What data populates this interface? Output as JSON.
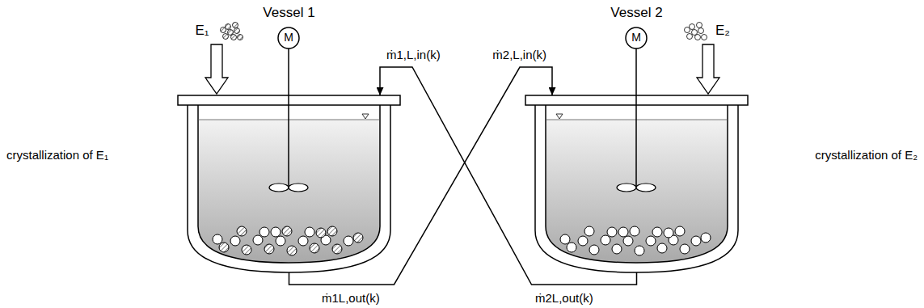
{
  "diagram": {
    "nodes": [
      {
        "text": [
          "Vessel 1"
        ]
      },
      {
        "text": [
          "Vessel 2"
        ]
      }
    ],
    "edges": [
      {
        "from": 0,
        "to": 1,
        "arrow": "to"
      },
      {
        "from": 1,
        "to": 0,
        "arrow": "to"
      }
    ],
    "labels": [
      "E₁",
      "M",
      "ṁ1,L,in(k)",
      "ṁ2,L,in(k)",
      "M",
      "E₂",
      "crystallization of E₁",
      "crystallization of E₂",
      "ṁ1L,out(k)",
      "ṁ2L,out(k)"
    ]
  }
}
